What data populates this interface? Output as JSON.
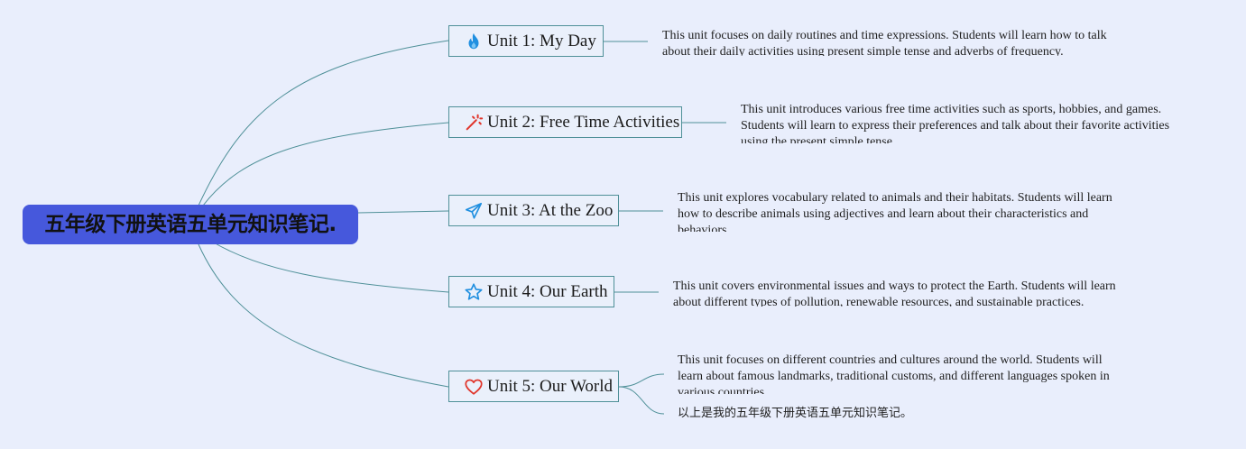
{
  "root": {
    "title": "五年级下册英语五单元知识笔记."
  },
  "units": [
    {
      "label": "Unit 1: My Day",
      "icon": "fire-icon",
      "desc": "This unit focuses on daily routines and time expressions. Students will learn how to talk about their daily activities using present simple tense and adverbs of frequency."
    },
    {
      "label": "Unit 2: Free Time Activities",
      "icon": "magic-wand-icon",
      "desc": "This unit introduces various free time activities such as sports, hobbies, and games. Students will learn to express their preferences and talk about their favorite activities using the present simple tense."
    },
    {
      "label": "Unit 3: At the Zoo",
      "icon": "paper-plane-icon",
      "desc": "This unit explores vocabulary related to animals and their habitats. Students will learn how to describe animals using adjectives and learn about their characteristics and behaviors."
    },
    {
      "label": "Unit 4: Our Earth",
      "icon": "star-icon",
      "desc": "This unit covers environmental issues and ways to protect the Earth. Students will learn about different types of pollution, renewable resources, and sustainable practices."
    },
    {
      "label": "Unit 5: Our World",
      "icon": "heart-icon",
      "desc": "This unit focuses on different countries and cultures around the world. Students will learn about famous landmarks, traditional customs, and different languages spoken in various countries."
    }
  ],
  "note": "以上是我的五年级下册英语五单元知识笔记。",
  "colors": {
    "root": "#4658dc",
    "line": "#4f9098",
    "background": "#e9eefc"
  }
}
